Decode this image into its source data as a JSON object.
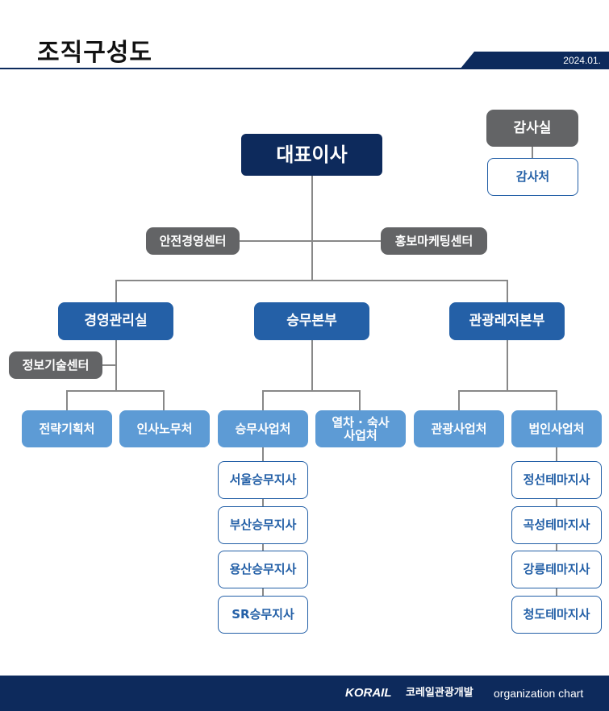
{
  "header": {
    "title": "조직구성도",
    "date": "2024.01."
  },
  "org": {
    "ceo": "대표이사",
    "audit_office": "감사실",
    "audit_dept": "감사처",
    "staff_left": "안전경영센터",
    "staff_right": "홍보마케팅센터",
    "divisions": [
      "경영관리실",
      "승무본부",
      "관광레저본부"
    ],
    "it_center": "정보기술센터",
    "departments": [
      "전략기획처",
      "인사노무처",
      "승무사업처",
      "열차 · 숙사\n사업처",
      "관광사업처",
      "법인사업처"
    ],
    "crew_branches": [
      "서울승무지사",
      "부산승무지사",
      "용산승무지사",
      "SR승무지사"
    ],
    "theme_branches": [
      "정선테마지사",
      "곡성테마지사",
      "강릉테마지사",
      "청도테마지사"
    ]
  },
  "footer": {
    "logo": "KORAIL",
    "logo_kr": "코레일관광개발",
    "caption": "organization chart"
  },
  "colors": {
    "navy": "#0d2a5c",
    "blue": "#2460a7",
    "light_blue": "#5d9bd5",
    "gray": "#636466"
  }
}
